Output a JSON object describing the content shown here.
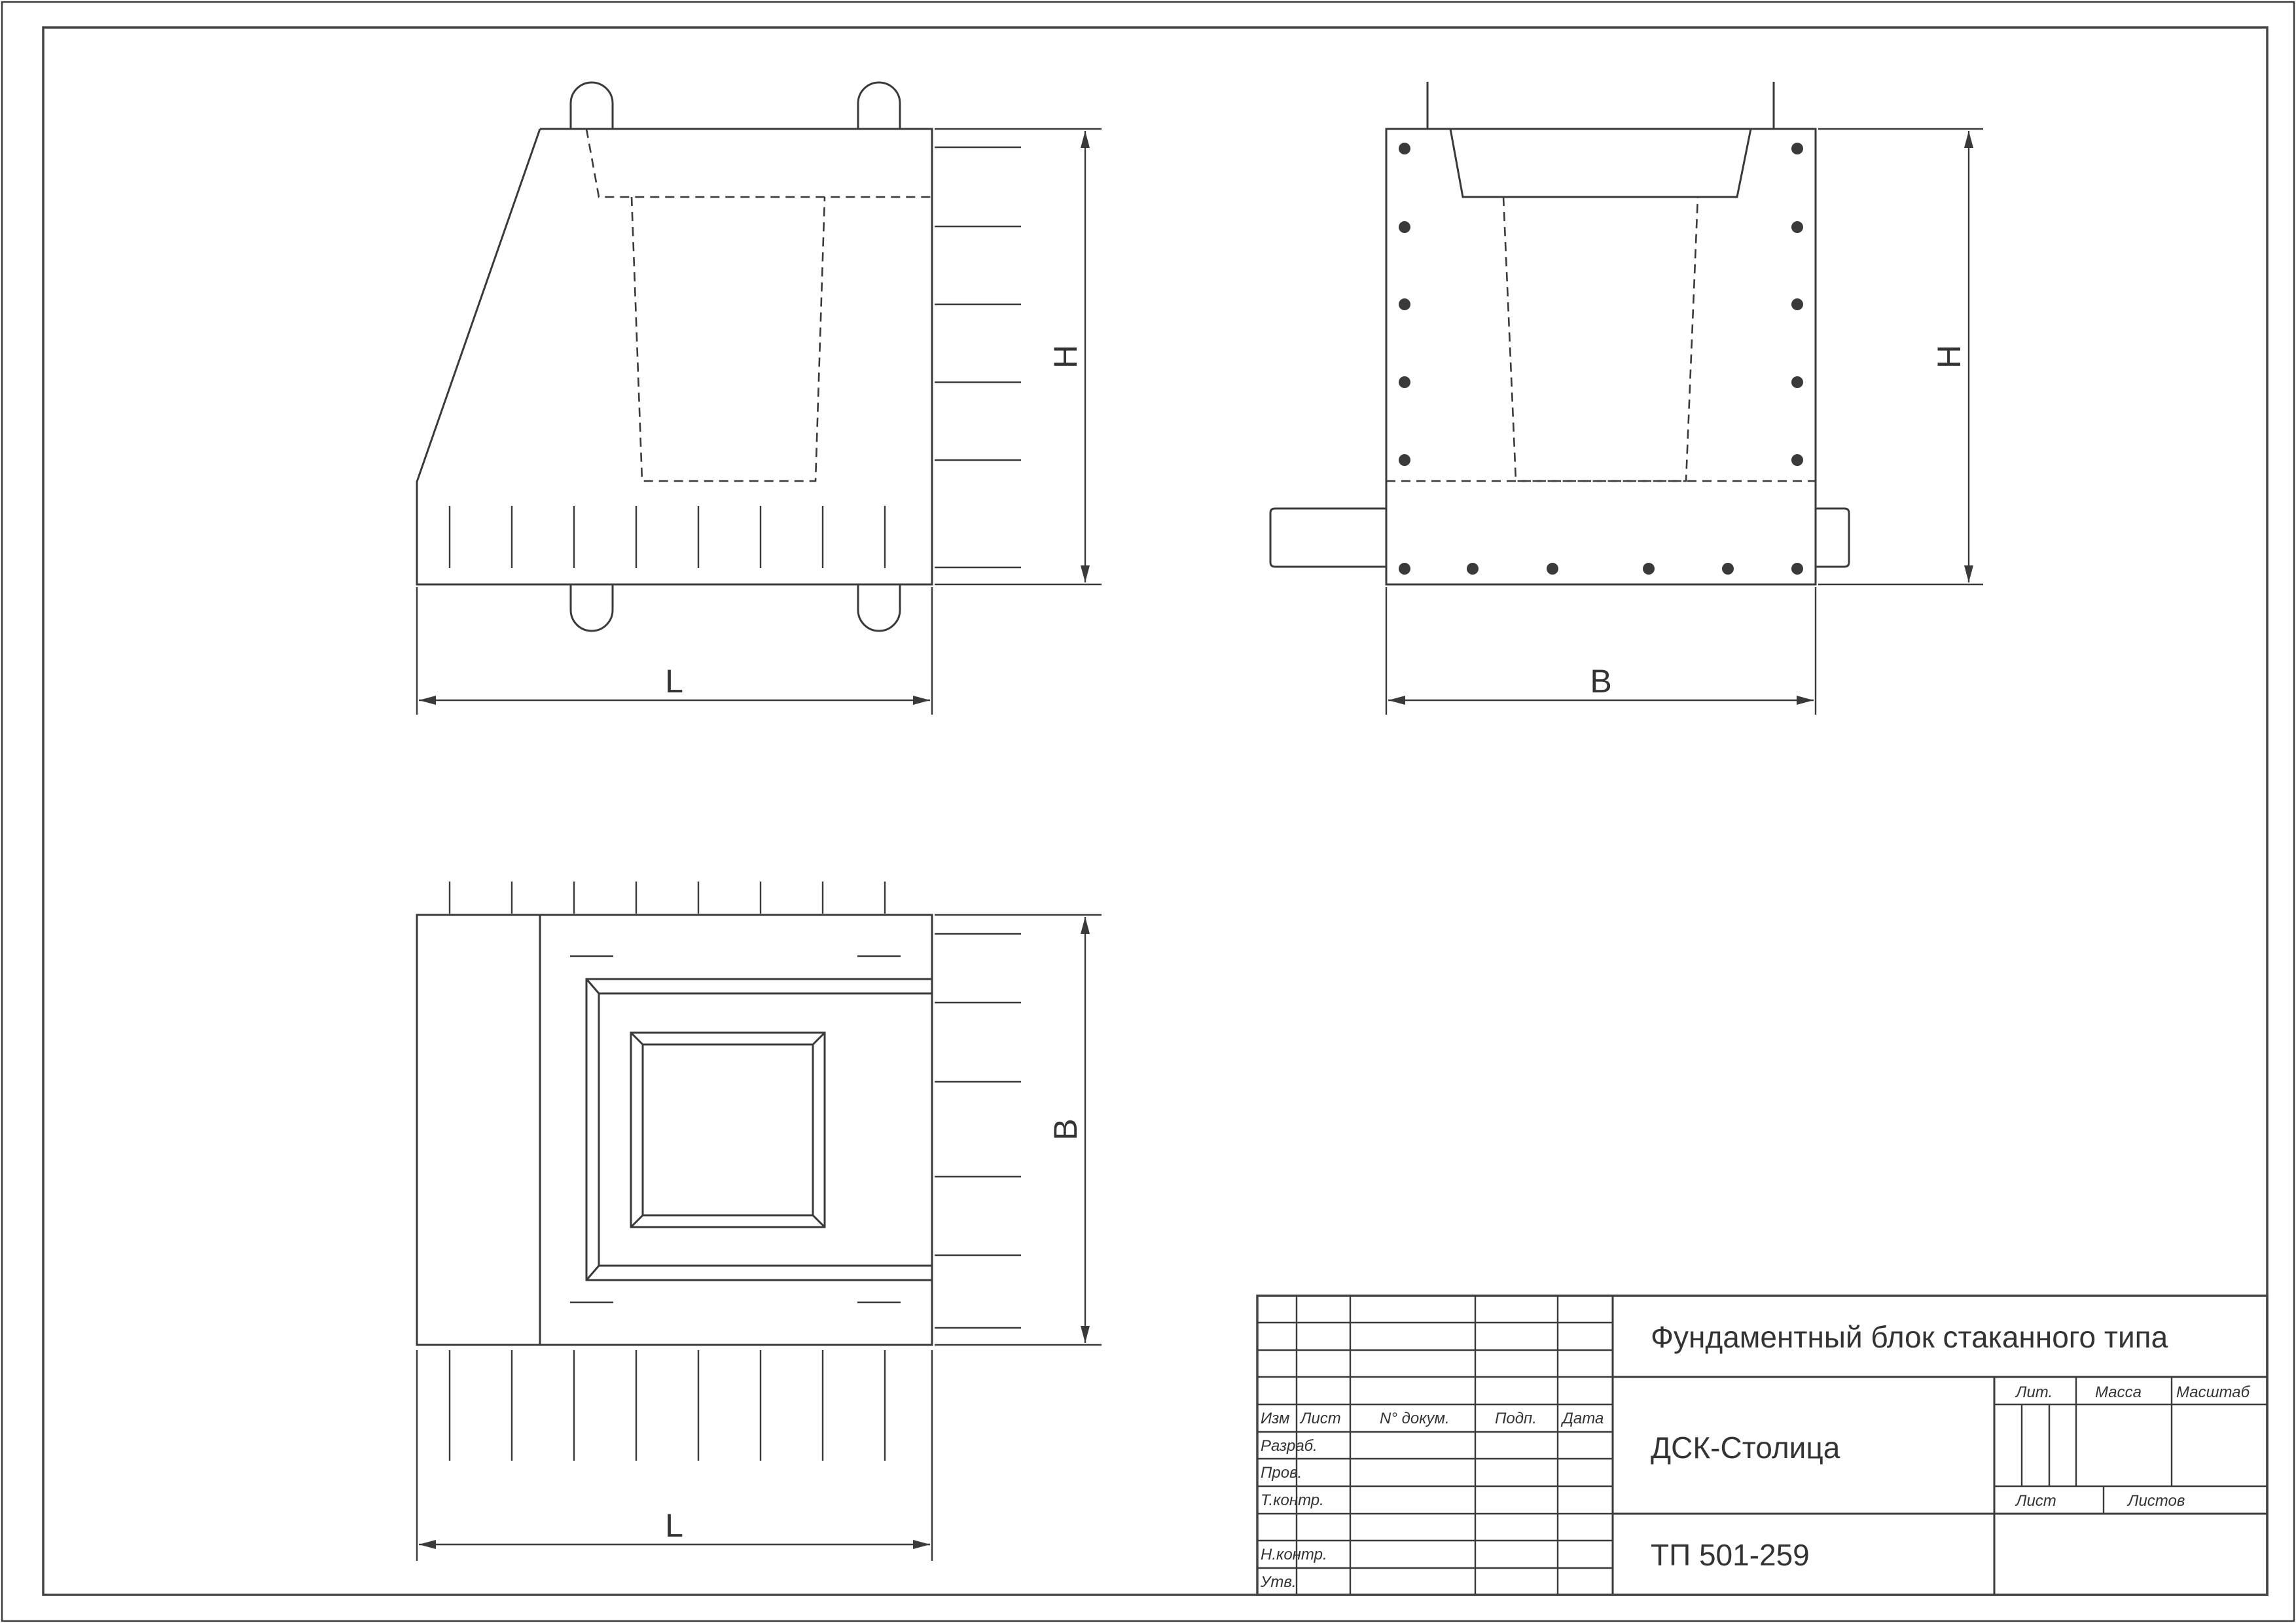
{
  "dimensions": {
    "front_length": "L",
    "front_height": "H",
    "side_width": "B",
    "side_height": "H",
    "plan_length": "L",
    "plan_width": "B"
  },
  "title_block": {
    "title": "Фундаментный блок стаканного типа",
    "organization": "ДСК-Столица",
    "document_code": "ТП 501-259",
    "header": {
      "izm": "Изм",
      "list": "Лист",
      "doc_no": "N° докум.",
      "sign": "Подп.",
      "date": "Дата"
    },
    "roles": {
      "developed": "Разраб.",
      "checked": "Пров.",
      "tech_control": "Т.контр.",
      "norm_control": "Н.контр.",
      "approved": "Утв."
    },
    "info": {
      "lit": "Лит.",
      "mass": "Масса",
      "scale": "Масштаб",
      "sheet": "Лист",
      "sheets": "Листов"
    }
  }
}
